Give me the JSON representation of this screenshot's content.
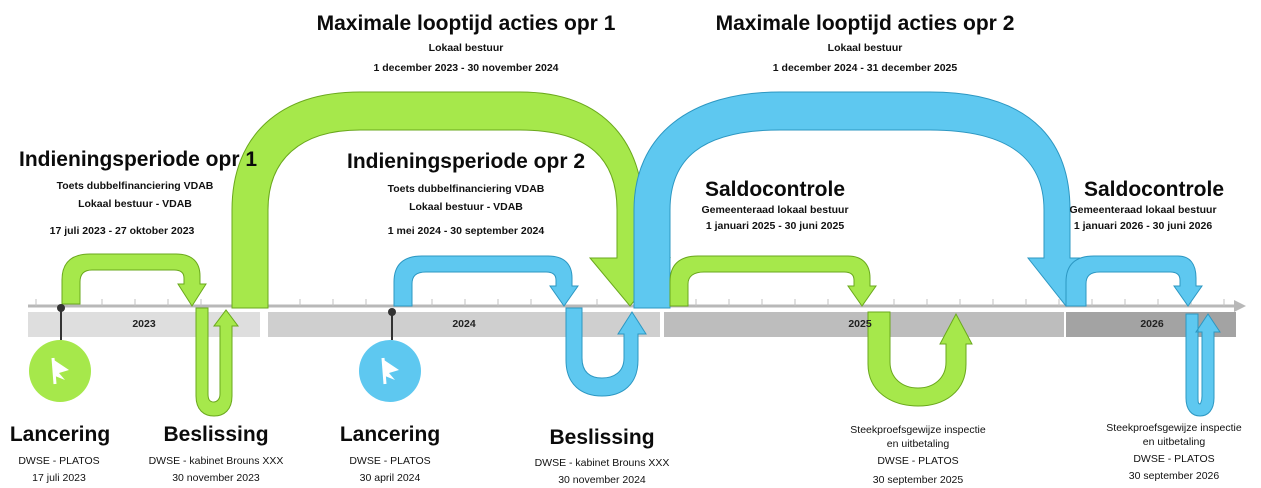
{
  "colors": {
    "green": "#a6e84b",
    "blue": "#5ec8f0",
    "band_light": "#d9d9d9",
    "band_mid": "#c8c8c8",
    "band_dark": "#a6a6a6"
  },
  "years": [
    "2023",
    "2024",
    "2025",
    "2026"
  ],
  "top": {
    "opr1": {
      "title": "Maximale looptijd acties opr 1",
      "sub": "Lokaal bestuur",
      "period": "1 december 2023 -  30 november 2024"
    },
    "opr2": {
      "title": "Maximale looptijd acties opr 2",
      "sub": "Lokaal bestuur",
      "period": "1 december 2024 -  31 december 2025"
    }
  },
  "periods": {
    "opr1": {
      "title": "Indieningsperiode opr 1",
      "line1": "Toets dubbelfinanciering VDAB",
      "line2": "Lokaal bestuur - VDAB",
      "date": "17 juli 2023 - 27 oktober 2023"
    },
    "opr2": {
      "title": "Indieningsperiode opr 2",
      "line1": "Toets dubbelfinanciering VDAB",
      "line2": "Lokaal bestuur - VDAB",
      "date": "1 mei 2024 - 30 september 2024"
    }
  },
  "saldo": {
    "s1": {
      "title": "Saldocontrole",
      "line1": "Gemeenteraad lokaal bestuur",
      "date": "1 januari 2025 - 30 juni 2025"
    },
    "s2": {
      "title": "Saldocontrole",
      "line1": "Gemeenteraad lokaal bestuur",
      "date": "1 januari 2026 - 30 juni 2026"
    }
  },
  "bottom": {
    "lancering1": {
      "title": "Lancering",
      "line1": "DWSE - PLATOS",
      "date": "17 juli 2023"
    },
    "beslissing1": {
      "title": "Beslissing",
      "line1": "DWSE - kabinet Brouns XXX",
      "date": "30 november 2023"
    },
    "lancering2": {
      "title": "Lancering",
      "line1": "DWSE - PLATOS",
      "date": "30 april 2024"
    },
    "beslissing2": {
      "title": "Beslissing",
      "line1": "DWSE - kabinet Brouns XXX",
      "date": "30 november 2024"
    },
    "inspectie1": {
      "line1": "Steekproefsgewijze inspectie",
      "line2": "en uitbetaling",
      "line3": "DWSE - PLATOS",
      "date": "30 september 2025"
    },
    "inspectie2": {
      "line1": "Steekproefsgewijze inspectie",
      "line2": "en uitbetaling",
      "line3": "DWSE - PLATOS",
      "date": "30 september 2026"
    }
  },
  "icons": {
    "launch": "flag-icon"
  }
}
